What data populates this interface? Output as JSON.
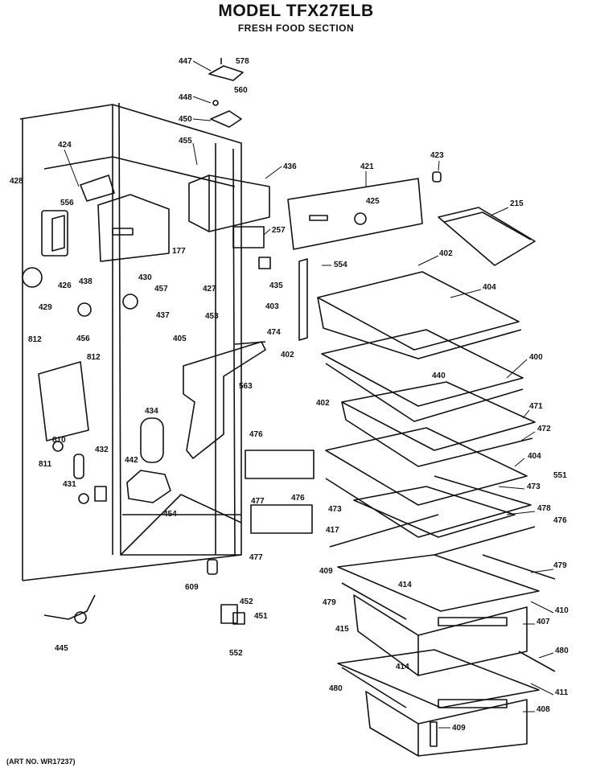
{
  "header": {
    "title": "MODEL TFX27ELB",
    "subtitle": "FRESH FOOD SECTION"
  },
  "footer": {
    "art_no": "(ART NO. WR17237)"
  },
  "callouts": [
    "447",
    "578",
    "448",
    "560",
    "450",
    "455",
    "424",
    "428",
    "556",
    "436",
    "421",
    "423",
    "425",
    "215",
    "257",
    "177",
    "554",
    "402",
    "426",
    "430",
    "457",
    "427",
    "435",
    "403",
    "404",
    "438",
    "437",
    "429",
    "453",
    "474",
    "402",
    "440",
    "400",
    "812",
    "405",
    "456",
    "812",
    "563",
    "471",
    "402",
    "472",
    "810",
    "434",
    "476",
    "404",
    "811",
    "432",
    "442",
    "476",
    "473",
    "551",
    "431",
    "477",
    "473",
    "478",
    "476",
    "454",
    "417",
    "477",
    "609",
    "409",
    "414",
    "479",
    "479",
    "410",
    "452",
    "451",
    "445",
    "407",
    "552",
    "415",
    "414",
    "480",
    "480",
    "411",
    "408",
    "409"
  ]
}
